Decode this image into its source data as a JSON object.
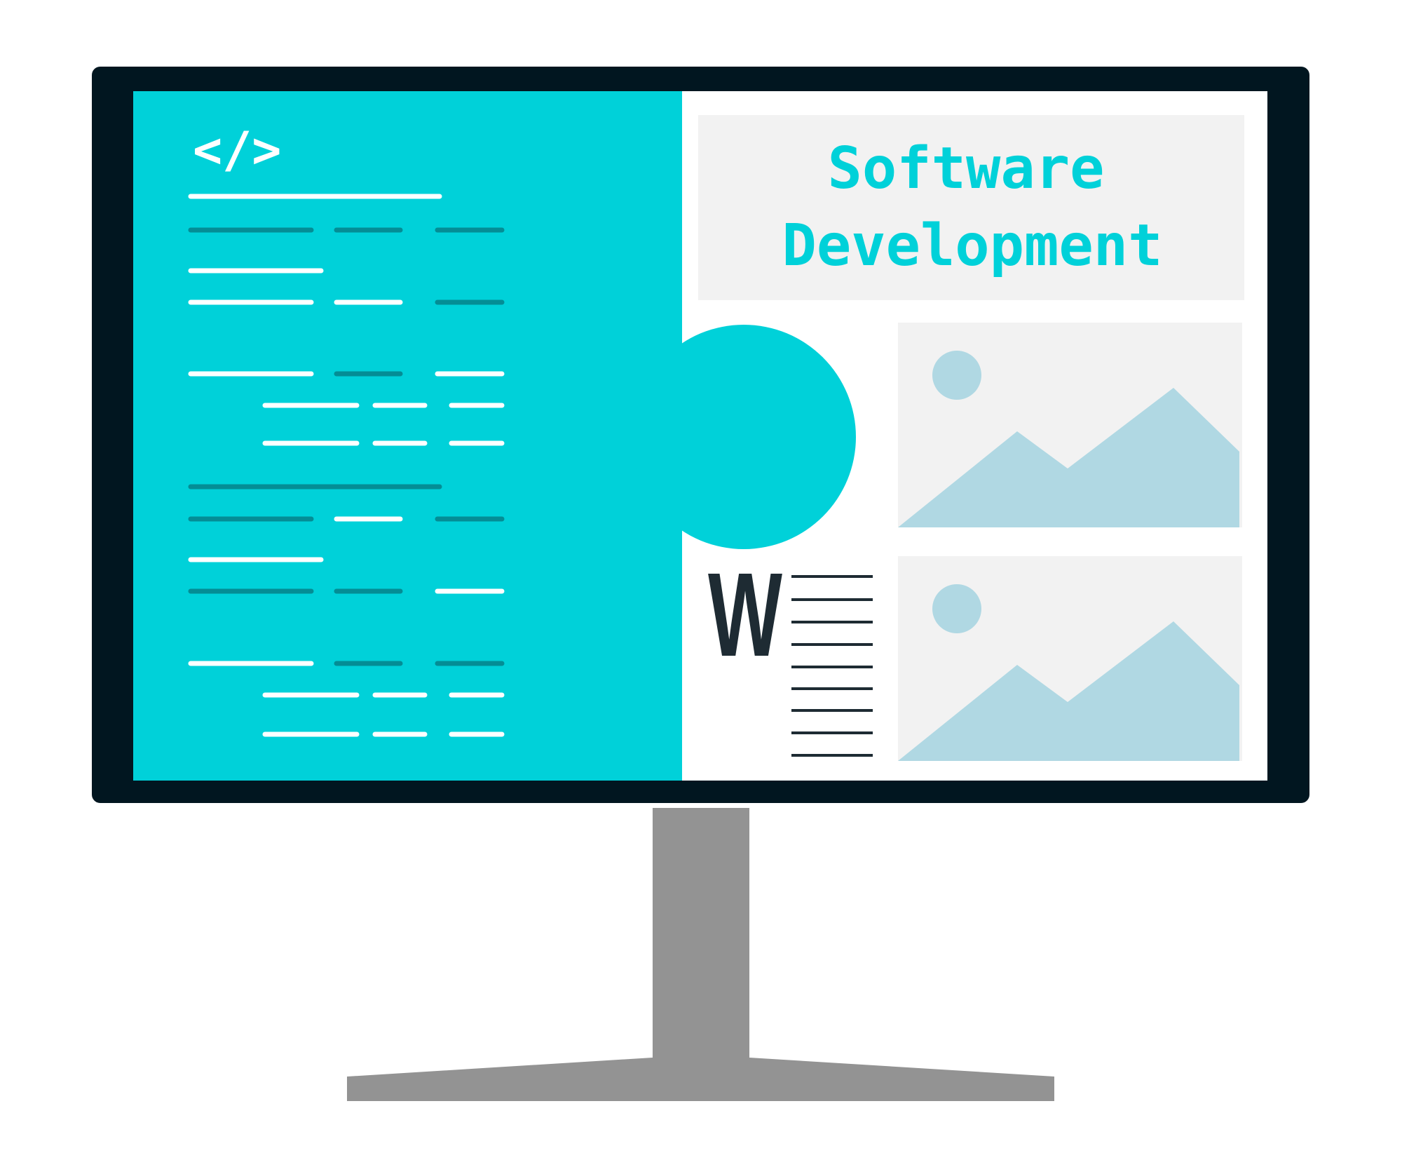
{
  "code_symbol": "</>",
  "title": {
    "line1": "Software",
    "line2": "Development"
  },
  "word_icon_letter": "W",
  "colors": {
    "bezel": "#011620",
    "code_panel": "#00d1d9",
    "code_line_light": "#ffffff",
    "code_line_dark": "#048d95",
    "title_bg": "#f2f2f2",
    "title_text": "#00d1d9",
    "image_placeholder": "#b0d8e3",
    "stand": "#939393",
    "document_lines": "#1e2b33"
  },
  "icons": [
    "code-icon",
    "puzzle-piece-icon",
    "image-placeholder-icon",
    "image-placeholder-icon",
    "word-document-icon"
  ]
}
